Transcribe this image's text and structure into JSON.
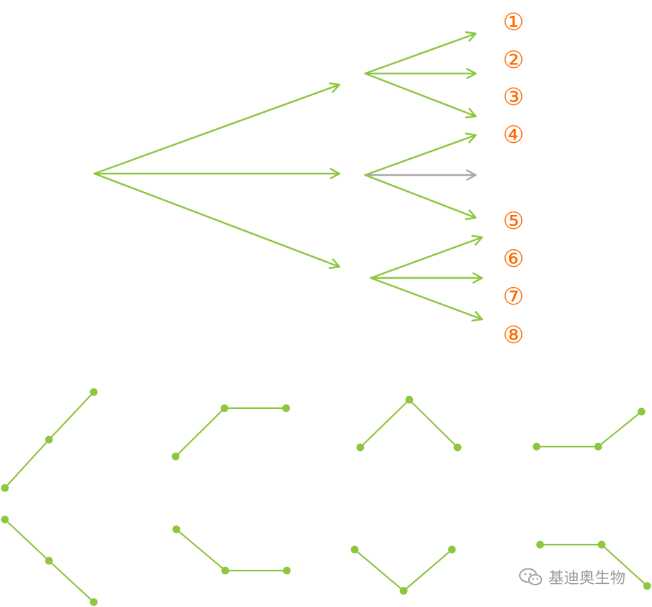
{
  "colors": {
    "arrow": "#8dc63f",
    "arrow_muted": "#a8a8a8",
    "label": "#ff6a00",
    "watermark": "#9a9a9a"
  },
  "labels": [
    "①",
    "②",
    "③",
    "④",
    "⑤",
    "⑥",
    "⑦",
    "⑧"
  ],
  "watermark": {
    "text": "基迪奥生物",
    "icon": "wechat-chat-bubbles-icon"
  }
}
